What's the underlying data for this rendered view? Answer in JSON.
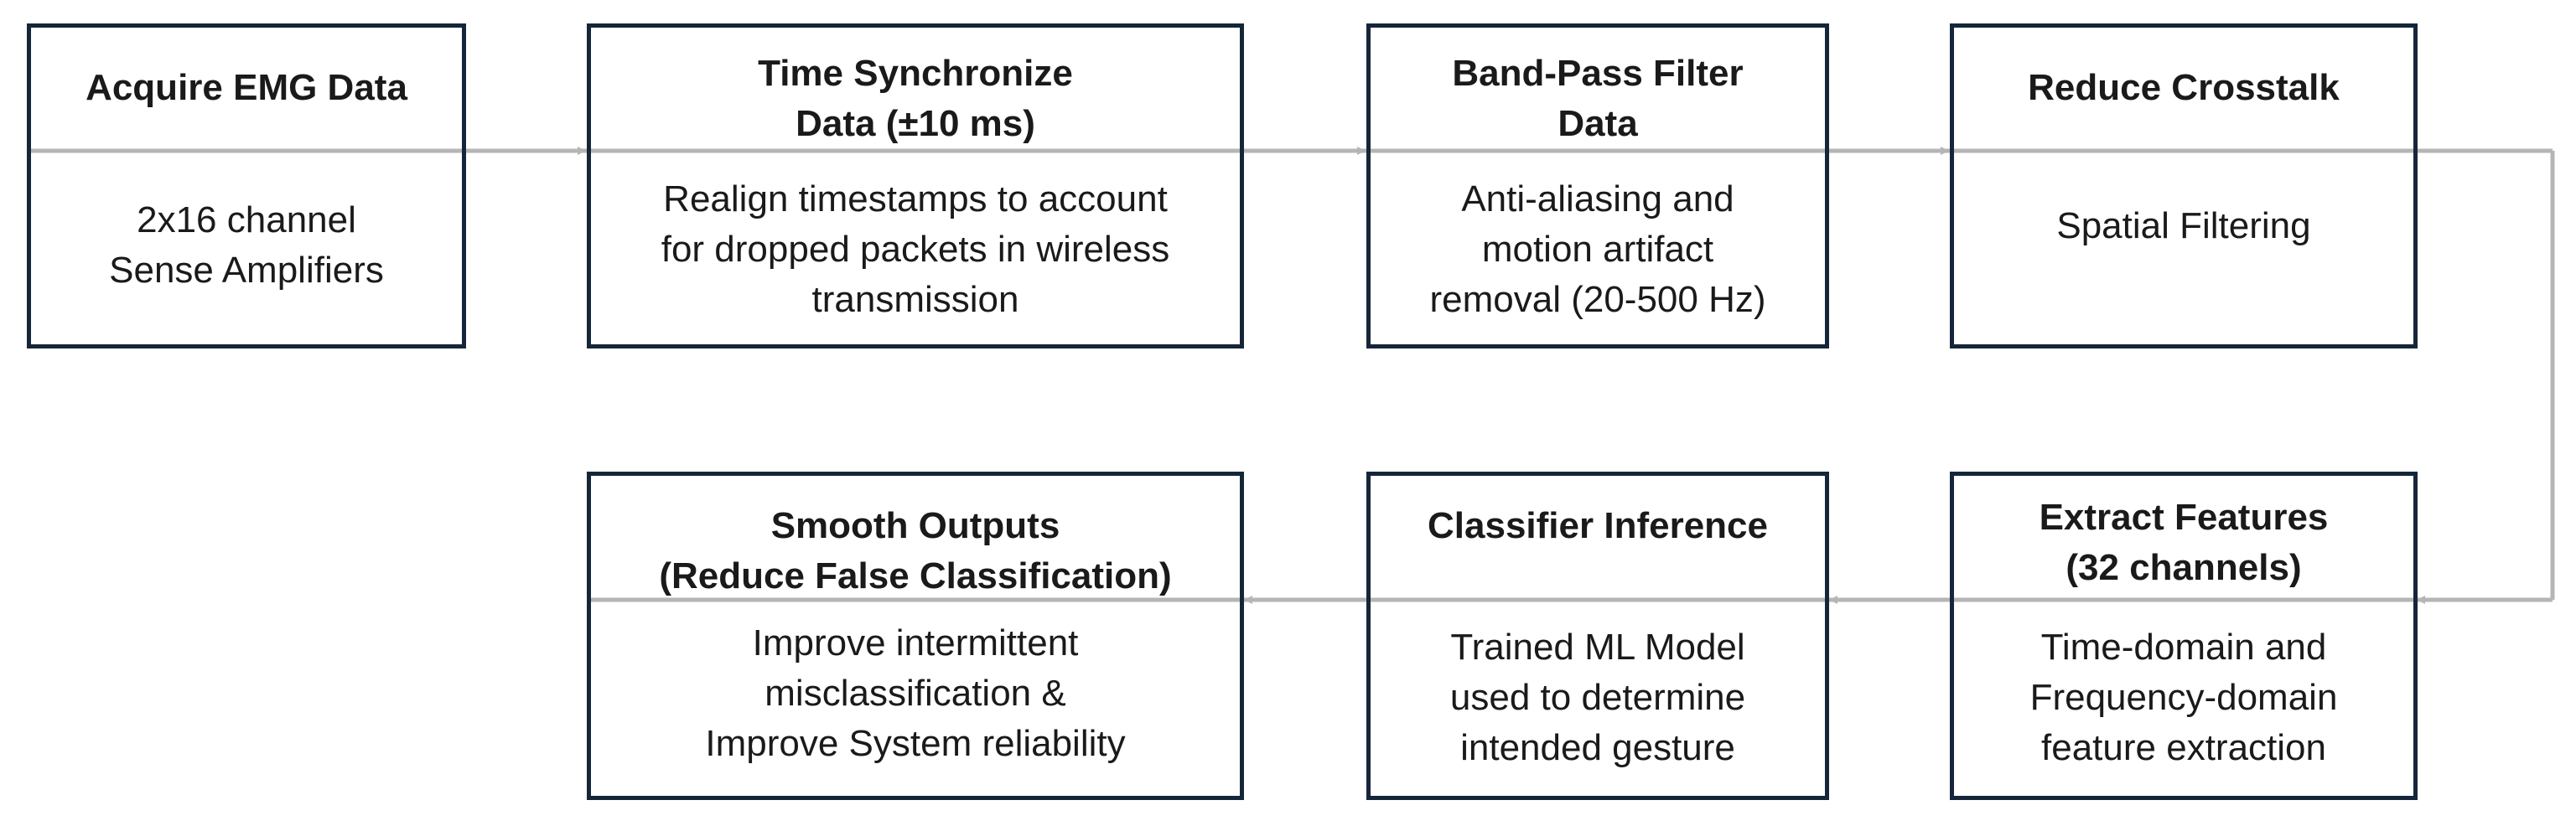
{
  "colors": {
    "box_border": "#16263a",
    "connector": "#b5b5b5",
    "text": "#1a1a1a"
  },
  "steps": [
    {
      "title": "Acquire EMG Data",
      "body": "2x16 channel\nSense Amplifiers"
    },
    {
      "title": "Time Synchronize\nData (±10 ms)",
      "body": "Realign timestamps to account\nfor dropped packets in wireless\ntransmission"
    },
    {
      "title": "Band-Pass Filter\nData",
      "body": "Anti-aliasing and\nmotion artifact\nremoval (20-500 Hz)"
    },
    {
      "title": "Reduce Crosstalk",
      "body": "Spatial Filtering"
    },
    {
      "title": "Extract Features\n(32 channels)",
      "body": "Time-domain and\nFrequency-domain\nfeature extraction"
    },
    {
      "title": "Classifier Inference",
      "body": "Trained ML Model\nused to determine\nintended gesture"
    },
    {
      "title": "Smooth Outputs\n(Reduce False Classification)",
      "body": "Improve intermittent\nmisclassification &\nImprove System reliability"
    }
  ]
}
